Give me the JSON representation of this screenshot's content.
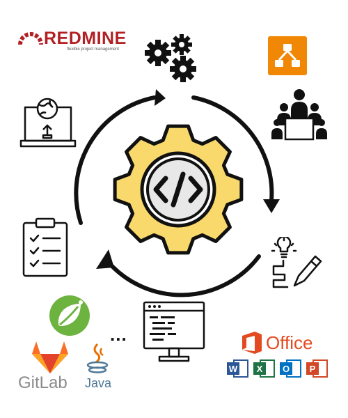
{
  "redmine": {
    "name": "REDMINE",
    "tagline": "flexible project management",
    "color": "#b32024"
  },
  "center": {
    "code_symbol": "</>",
    "gear_color": "#f9d96b",
    "ring_color": "#111111"
  },
  "office": {
    "name": "Office",
    "color": "#e34a1f",
    "apps": [
      {
        "letter": "W",
        "color": "#2b5797"
      },
      {
        "letter": "X",
        "color": "#1f7244"
      },
      {
        "letter": "O",
        "color": "#0072c6"
      },
      {
        "letter": "P",
        "color": "#d24726"
      }
    ]
  },
  "gitlab": {
    "name": "GitLab",
    "color": "#e24329"
  },
  "java": {
    "name": "Java",
    "color": "#4e7896"
  },
  "spring": {
    "color": "#6db33f"
  },
  "flowchart": {
    "color": "#f08705"
  },
  "ellipsis": "..."
}
